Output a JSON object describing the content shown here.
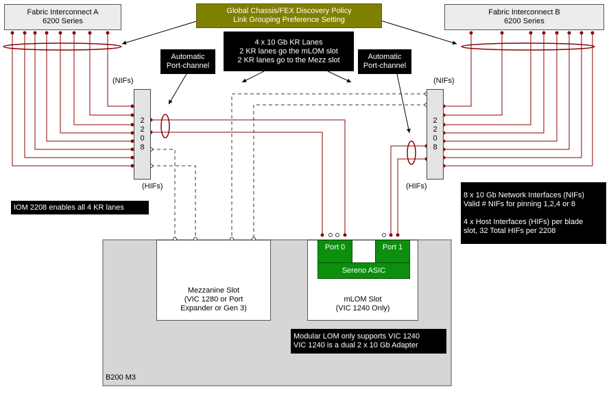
{
  "fabric_a": {
    "line1": "Fabric Interconnect A",
    "line2": "6200 Series"
  },
  "fabric_b": {
    "line1": "Fabric Interconnect B",
    "line2": "6200 Series"
  },
  "policy": {
    "line1": "Global Chassis/FEX Discovery Policy",
    "line2": "Link Grouping Preference Setting"
  },
  "kr_lanes": {
    "line1": "4 x 10 Gb KR Lanes",
    "line2": "2 KR lanes go the mLOM slot",
    "line3": "2 KR lanes go to the Mezz slot"
  },
  "auto_pc_left": {
    "line1": "Automatic",
    "line2": "Port-channel"
  },
  "auto_pc_right": {
    "line1": "Automatic",
    "line2": "Port-channel"
  },
  "nifs_left": "(NIFs)",
  "nifs_right": "(NIFs)",
  "hifs_left": "(HIFs)",
  "hifs_right": "(HIFs)",
  "iom_label": [
    "2",
    "2",
    "0",
    "8"
  ],
  "iom_note": "IOM 2208 enables all 4 KR lanes",
  "nif_note": {
    "line1": "8 x 10 Gb Network Interfaces (NIFs)",
    "line2": "Valid # NIFs for pinning 1,2,4 or 8",
    "line3": "4 x Host Interfaces (HIFs) per blade",
    "line4": "slot, 32 Total HIFs per 2208"
  },
  "mezz_slot": {
    "line1": "Mezzanine Slot",
    "line2": "(VIC 1280 or Port",
    "line3": "Expander or Gen 3)"
  },
  "mlom_slot": {
    "line1": "mLOM Slot",
    "line2": "(VIC 1240 Only)"
  },
  "port0": "Port 0",
  "port1": "Port 1",
  "asic": "Sereno ASIC",
  "lom_note": {
    "line1": "Modular LOM only supports VIC 1240",
    "line2": "VIC 1240 is a dual 2 x 10 Gb Adapter"
  },
  "blade": "B200 M3",
  "colors": {
    "link": "#8b0000",
    "policy": "#808000",
    "asic": "#0c8f0c"
  }
}
